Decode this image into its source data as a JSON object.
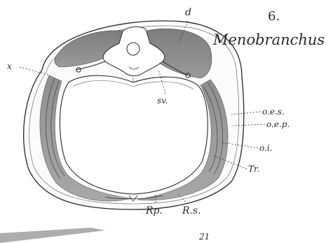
{
  "figure": {
    "number": "6.",
    "title": "Menobranchus",
    "page_number": "21"
  },
  "labels": {
    "d": "d",
    "x": "x",
    "sv": "sv.",
    "oes": "o.e.s.",
    "oep": "o.e.p.",
    "oi": "o.i.",
    "tr": "Tr.",
    "rp": "Rp.",
    "rs": "R.s."
  },
  "colors": {
    "ink": "#2a2a2a",
    "muscle_shade": "#8f8f8f",
    "paper": "#ffffff"
  }
}
